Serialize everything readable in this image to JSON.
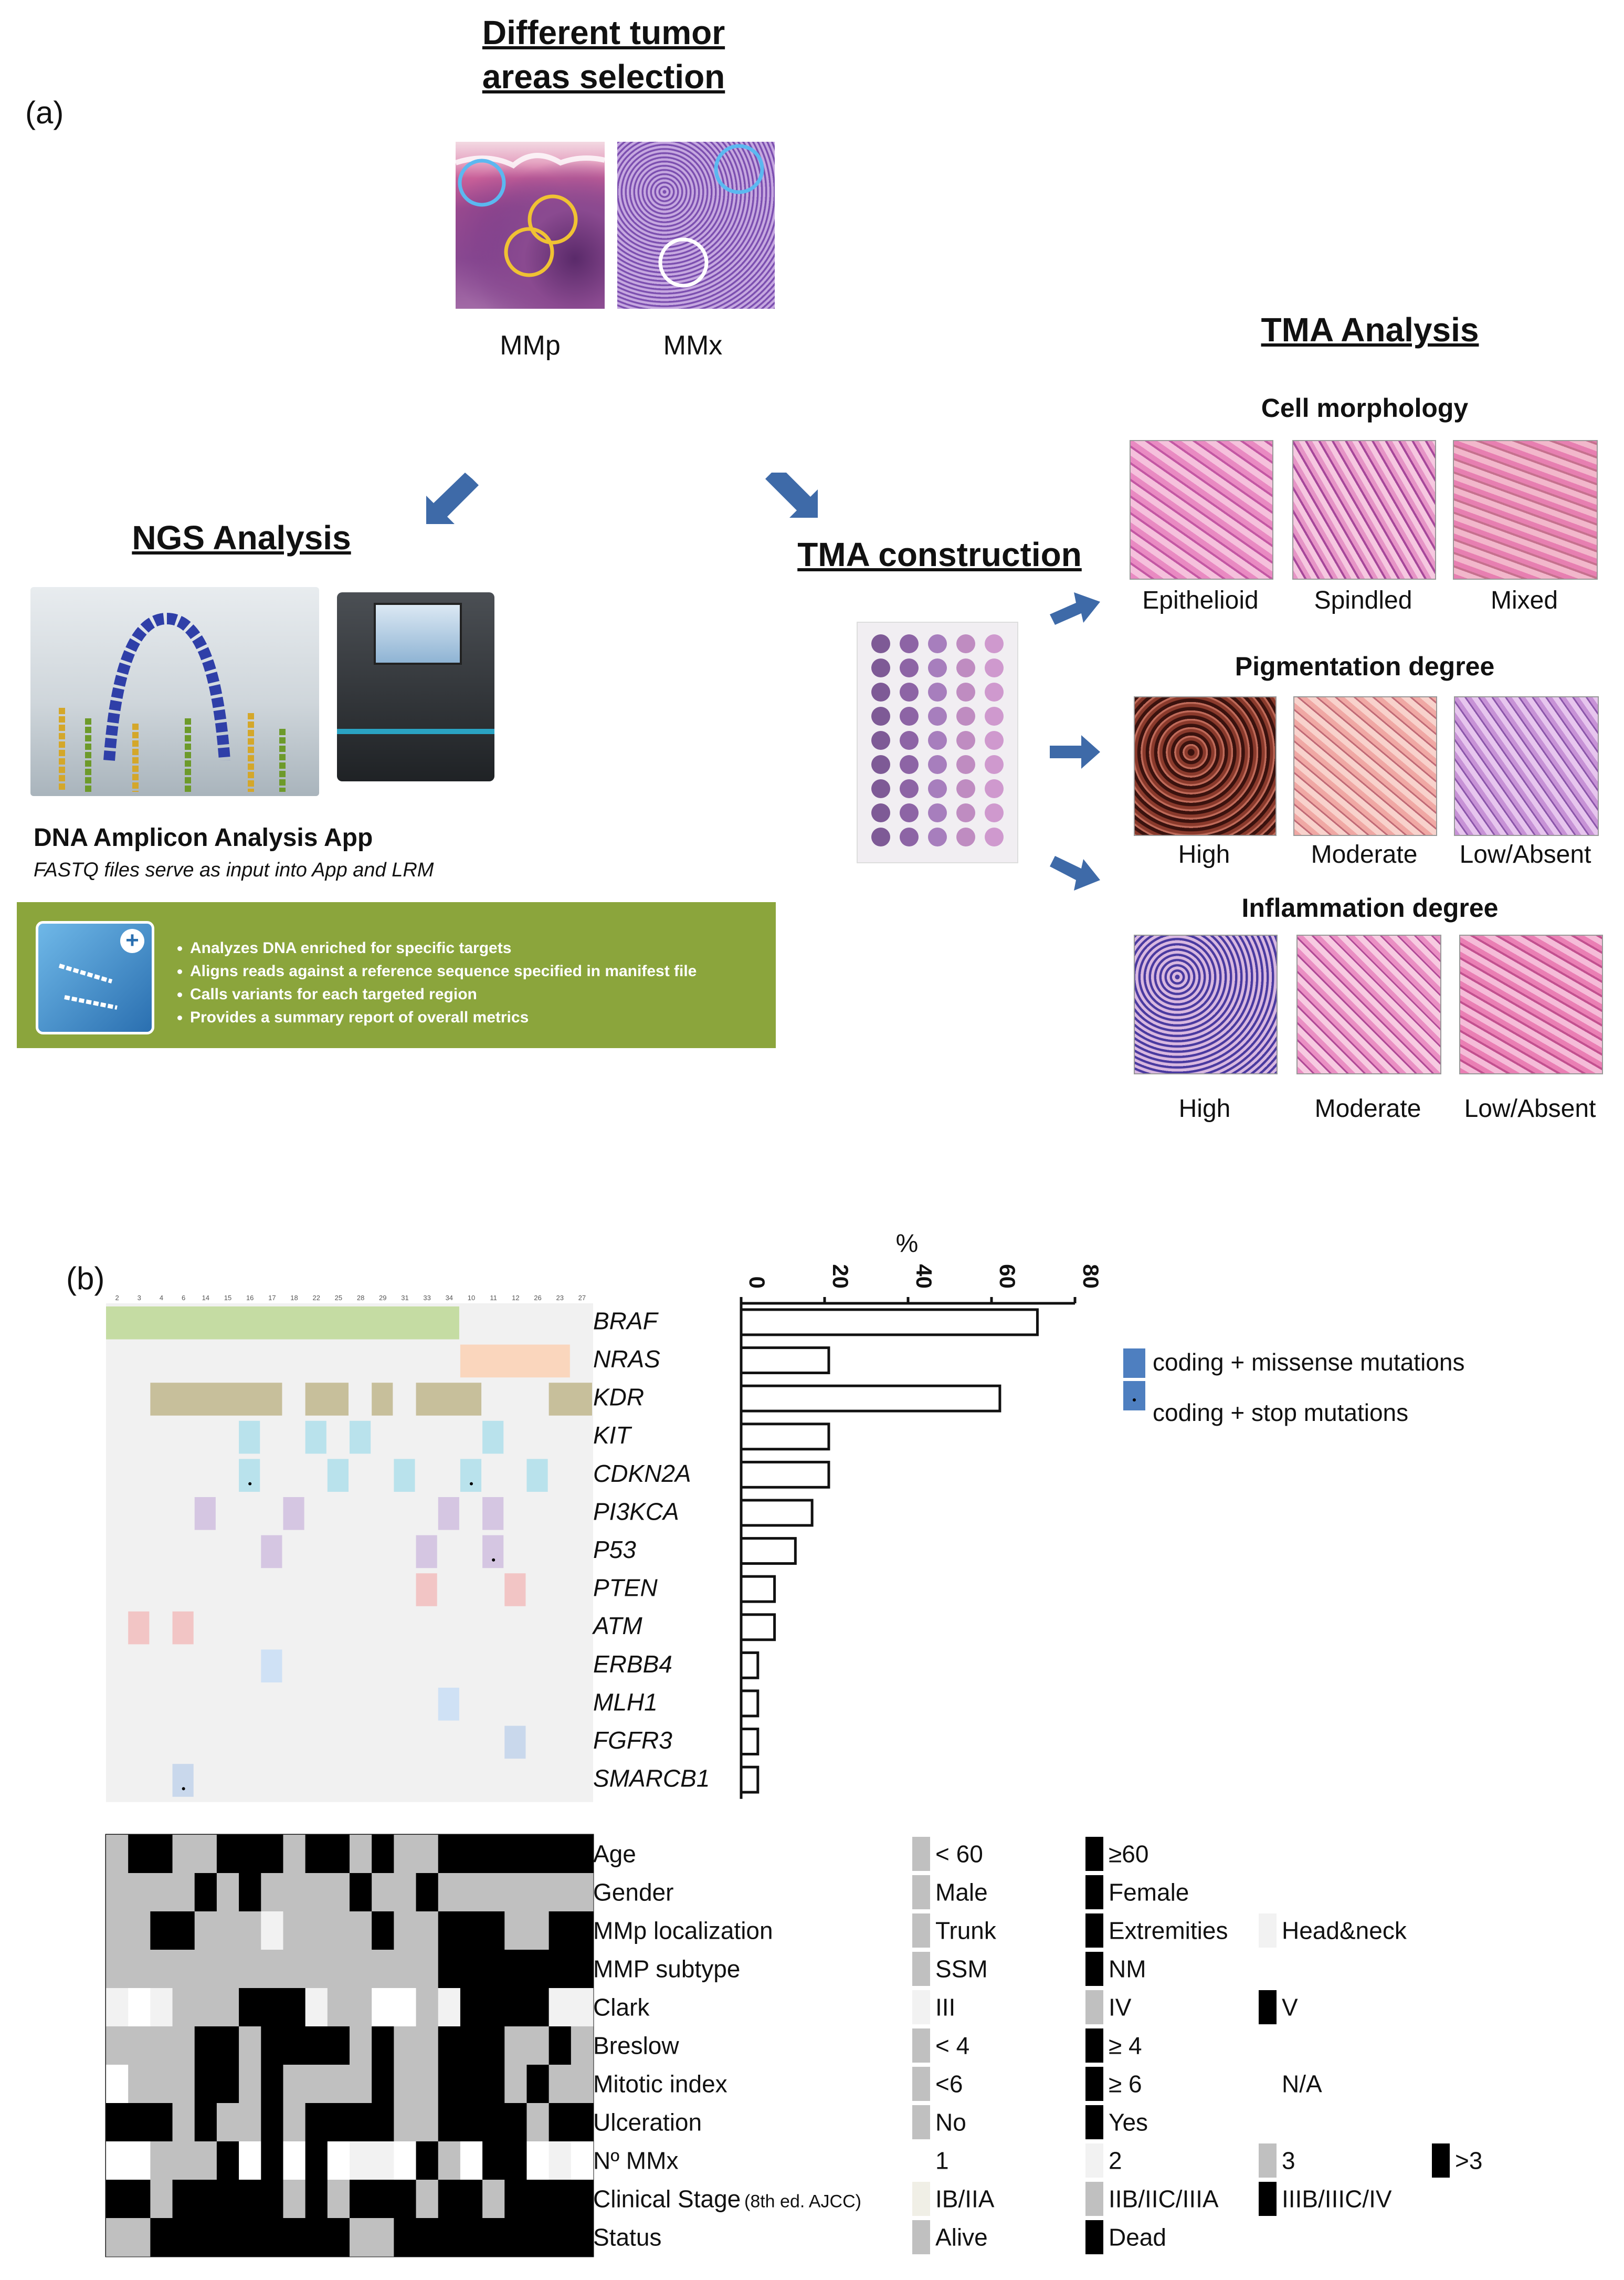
{
  "panel_a": {
    "label": "(a)",
    "title_line1": "Different tumor",
    "title_line2": "areas selection",
    "sample_labels": [
      "MMp",
      "MMx"
    ],
    "ngs": {
      "title": "NGS Analysis",
      "app_title": "DNA Amplicon Analysis App",
      "app_subtitle": "FASTQ files serve as input into App and LRM",
      "bullets": [
        "Analyzes DNA enriched for specific targets",
        "Aligns reads against a reference sequence specified in manifest file",
        "Calls variants for each targeted region",
        "Provides a summary report of overall metrics"
      ]
    },
    "tma_construction": "TMA construction",
    "tma_analysis": {
      "title": "TMA Analysis",
      "groups": [
        {
          "title": "Cell morphology",
          "labels": [
            "Epithelioid",
            "Spindled",
            "Mixed"
          ]
        },
        {
          "title": "Pigmentation degree",
          "labels": [
            "High",
            "Moderate",
            "Low/Absent"
          ]
        },
        {
          "title": "Inflammation degree",
          "labels": [
            "High",
            "Moderate",
            "Low/Absent"
          ]
        }
      ]
    }
  },
  "panel_b": {
    "label": "(b)",
    "sample_ids": [
      "2",
      "3",
      "4",
      "6",
      "14",
      "15",
      "16",
      "17",
      "18",
      "22",
      "25",
      "28",
      "29",
      "31",
      "33",
      "34",
      "10",
      "11",
      "12",
      "26",
      "23",
      "27"
    ],
    "genes": [
      "BRAF",
      "NRAS",
      "KDR",
      "KIT",
      "CDKN2A",
      "PI3KCA",
      "P53",
      "PTEN",
      "ATM",
      "ERBB4",
      "MLH1",
      "FGFR3",
      "SMARCB1"
    ],
    "legend": [
      "coding + missense mutations",
      "coding + stop mutations"
    ],
    "clinical": {
      "rows": [
        "Age",
        "Gender",
        "MMp localization",
        "MMP subtype",
        "Clark",
        "Breslow",
        "Mitotic index",
        "Ulceration",
        "Nº MMx",
        "Clinical Stage",
        "Status"
      ],
      "stage_note": "(8th ed. AJCC)",
      "legend_rows": [
        [
          {
            "t": "< 60",
            "c": "#c0c0c0"
          },
          {
            "t": "≥60",
            "c": "#000000"
          }
        ],
        [
          {
            "t": "Male",
            "c": "#c0c0c0"
          },
          {
            "t": "Female",
            "c": "#000000"
          }
        ],
        [
          {
            "t": "Trunk",
            "c": "#c0c0c0"
          },
          {
            "t": "Extremities",
            "c": "#000000"
          },
          {
            "t": "Head&neck",
            "c": "#f2f2f2"
          }
        ],
        [
          {
            "t": "SSM",
            "c": "#c0c0c0"
          },
          {
            "t": "NM",
            "c": "#000000"
          }
        ],
        [
          {
            "t": "III",
            "c": "#f2f2f2"
          },
          {
            "t": "IV",
            "c": "#c0c0c0"
          },
          {
            "t": "V",
            "c": "#000000"
          }
        ],
        [
          {
            "t": "< 4",
            "c": "#c0c0c0"
          },
          {
            "t": "≥ 4",
            "c": "#000000"
          }
        ],
        [
          {
            "t": "<6",
            "c": "#c0c0c0"
          },
          {
            "t": "≥ 6",
            "c": "#000000"
          },
          {
            "t": "N/A",
            "c": "#ffffff"
          }
        ],
        [
          {
            "t": "No",
            "c": "#c0c0c0"
          },
          {
            "t": "Yes",
            "c": "#000000"
          }
        ],
        [
          {
            "t": "1",
            "c": "#ffffff"
          },
          {
            "t": "2",
            "c": "#f2f2f2"
          },
          {
            "t": "3",
            "c": "#c0c0c0"
          },
          {
            "t": ">3",
            "c": "#000000"
          }
        ],
        [
          {
            "t": "IB/IIA",
            "c": "#f0efe6"
          },
          {
            "t": "IIB/IIC/IIIA",
            "c": "#c0c0c0"
          },
          {
            "t": "IIIB/IIIC/IV",
            "c": "#000000"
          }
        ],
        [
          {
            "t": "Alive",
            "c": "#c0c0c0"
          },
          {
            "t": "Dead",
            "c": "#000000"
          }
        ]
      ]
    }
  },
  "chart_data": {
    "type": "bar",
    "orientation": "horizontal",
    "title": "%",
    "categories": [
      "BRAF",
      "NRAS",
      "KDR",
      "KIT",
      "CDKN2A",
      "PI3KCA",
      "P53",
      "PTEN",
      "ATM",
      "ERBB4",
      "MLH1",
      "FGFR3",
      "SMARCB1"
    ],
    "values": [
      71,
      21,
      62,
      21,
      21,
      17,
      13,
      8,
      8,
      4,
      4,
      4,
      4
    ],
    "xlim": [
      0,
      80
    ],
    "ticks": [
      0,
      20,
      40,
      60,
      80
    ]
  }
}
